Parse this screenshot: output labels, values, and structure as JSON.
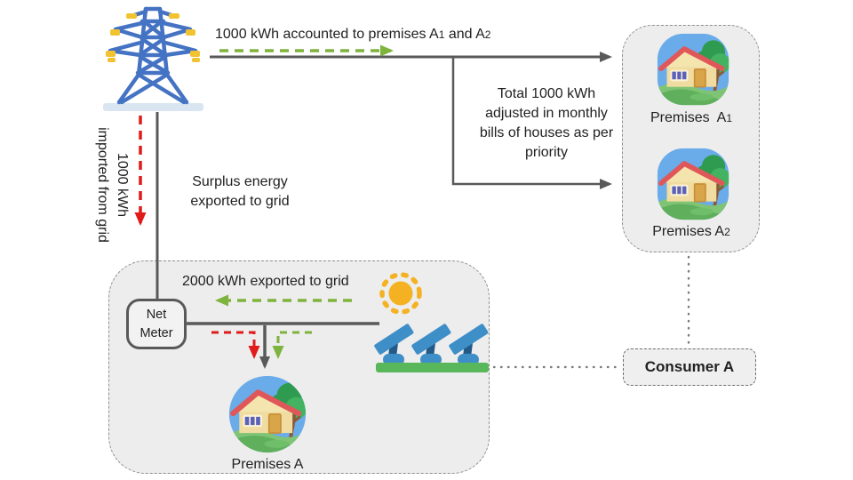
{
  "diagram": {
    "grid": {
      "accounted": {
        "pre": "1000 kWh accounted to premises A",
        "sub1": "1",
        "mid": " and A",
        "sub2": "2"
      },
      "import_label": "1000 kWh\nimported from grid",
      "surplus_label": "Surplus energy\nexported to grid",
      "adjust_label": "Total 1000 kWh\nadjusted in monthly\nbills of houses as per\npriority"
    },
    "premises": {
      "a1": {
        "pre": "Premises  A",
        "sub": "1"
      },
      "a2": {
        "pre": "Premises A",
        "sub": "2"
      }
    },
    "home": {
      "net_meter": "Net\nMeter",
      "export_label": "2000 kWh exported to grid",
      "premises_a": "Premises A"
    },
    "consumer": {
      "label": "Consumer A"
    },
    "icons": {
      "tower": "transmission-tower-icon",
      "sun": "sun-icon",
      "solar": "solar-panels-icon",
      "house": "house-icon",
      "meter": "net-meter-box"
    },
    "colors": {
      "line_gray": "#595959",
      "flow_green": "#7EB33D",
      "flow_red": "#E11A1A",
      "panel_bg": "#EDEDED",
      "tower_blue": "#4573C4",
      "insulator_yellow": "#F1C331",
      "sun_yellow": "#F4B223",
      "solar_blue": "#3E8EC8",
      "ground_green": "#58B75A",
      "text": "#212121"
    }
  }
}
